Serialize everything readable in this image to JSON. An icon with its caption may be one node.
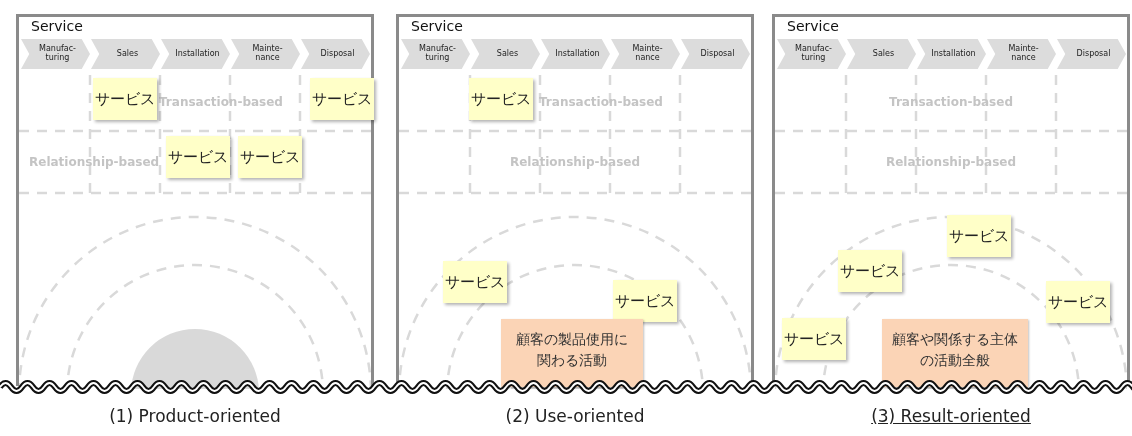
{
  "diagram": {
    "nodes": [
      {
        "text": [
          "Service"
        ],
        "beside": [
          "(1) Product-oriented"
        ]
      },
      {
        "text": [
          "Manufac- turing"
        ],
        "in": 0
      },
      {
        "text": [
          "Sales"
        ],
        "in": 0
      },
      {
        "text": [
          "Installation"
        ],
        "in": 0
      },
      {
        "text": [
          "Mainte- nance"
        ],
        "in": 0
      },
      {
        "text": [
          "Disposal"
        ],
        "in": 0
      },
      {
        "text": [
          "Transaction-based"
        ],
        "in": 0
      },
      {
        "text": [
          "Relationship-based"
        ],
        "in": 0
      },
      {
        "text": [
          "サービス"
        ],
        "in": 0
      },
      {
        "text": [
          "サービス"
        ],
        "in": 0
      },
      {
        "text": [
          "サービス"
        ],
        "in": 0
      },
      {
        "text": [
          "サービス"
        ],
        "in": 0
      },
      {
        "text": [
          "Service"
        ],
        "beside": [
          "(2) Use-oriented"
        ]
      },
      {
        "text": [
          "Manufac- turing"
        ],
        "in": 12
      },
      {
        "text": [
          "Sales"
        ],
        "in": 12
      },
      {
        "text": [
          "Installation"
        ],
        "in": 12
      },
      {
        "text": [
          "Mainte- nance"
        ],
        "in": 12
      },
      {
        "text": [
          "Disposal"
        ],
        "in": 12
      },
      {
        "text": [
          "Transaction-based"
        ],
        "in": 12
      },
      {
        "text": [
          "Relationship-based"
        ],
        "in": 12
      },
      {
        "text": [
          "サービス"
        ],
        "in": 12
      },
      {
        "text": [
          "サービス"
        ],
        "in": 12
      },
      {
        "text": [
          "サービス"
        ],
        "in": 12
      },
      {
        "text": [
          "顧客の製品使用に関わる活動"
        ],
        "in": 12
      },
      {
        "text": [
          "Service"
        ],
        "beside": [
          "(3) Result-oriented"
        ]
      },
      {
        "text": [
          "Manufac- turing"
        ],
        "in": 24
      },
      {
        "text": [
          "Sales"
        ],
        "in": 24
      },
      {
        "text": [
          "Installation"
        ],
        "in": 24
      },
      {
        "text": [
          "Mainte- nance"
        ],
        "in": 24
      },
      {
        "text": [
          "Disposal"
        ],
        "in": 24
      },
      {
        "text": [
          "Transaction-based"
        ],
        "in": 24
      },
      {
        "text": [
          "Relationship-based"
        ],
        "in": 24
      },
      {
        "text": [
          "サービス"
        ],
        "in": 24
      },
      {
        "text": [
          "サービス"
        ],
        "in": 24
      },
      {
        "text": [
          "サービス"
        ],
        "in": 24
      },
      {
        "text": [
          "サービス"
        ],
        "in": 24
      },
      {
        "text": [
          "顧客や関係する主体の活動全般"
        ],
        "in": 24
      }
    ]
  }
}
